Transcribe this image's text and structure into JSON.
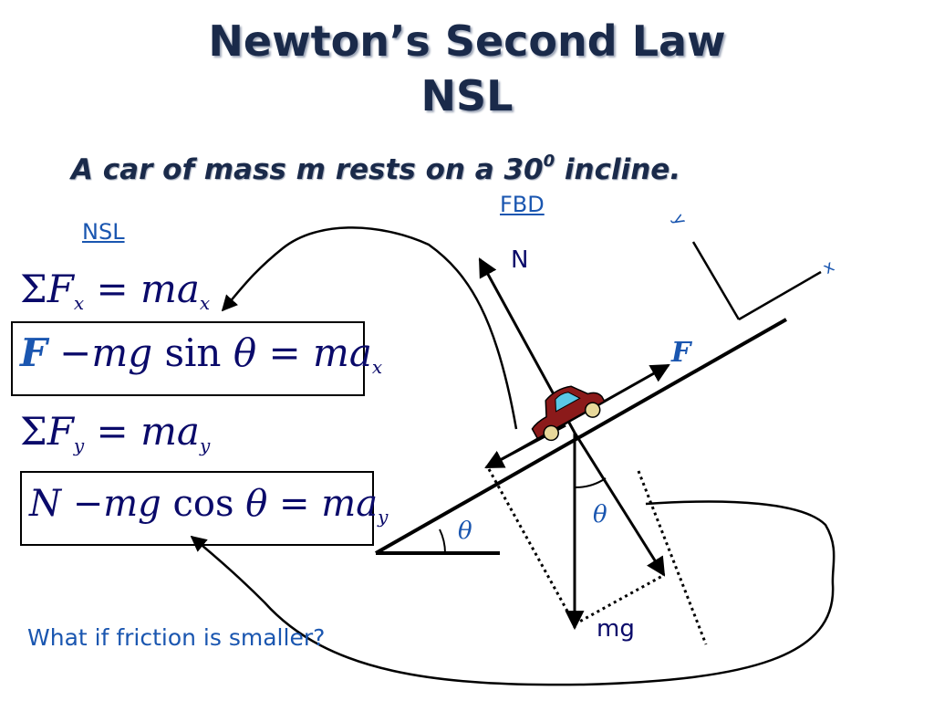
{
  "title_line1": "Newton’s Second Law",
  "title_line2": "NSL",
  "subtitle_text": "A car of mass m rests on a 30",
  "subtitle_sup": "0",
  "subtitle_end": " incline.",
  "fbd_label": "FBD",
  "nsl_label": "NSL",
  "equations": {
    "sum_fx": {
      "sigma": "Σ",
      "F": "F",
      "sub": "x",
      "eq": " = ",
      "ma": "ma",
      "ma_sub": "x"
    },
    "x_eq": {
      "F": "F",
      "minus": " −",
      "mg": "mg",
      "trig": " sin ",
      "theta": "θ",
      "eq": " = ",
      "ma": "ma",
      "ma_sub": "x"
    },
    "sum_fy": {
      "sigma": "Σ",
      "F": "F",
      "sub": "y",
      "eq": " = ",
      "ma": "ma",
      "ma_sub": "y"
    },
    "y_eq": {
      "N": "N",
      "minus": " −",
      "mg": "mg",
      "trig": " cos ",
      "theta": "θ",
      "eq": " = ",
      "ma": "ma",
      "ma_sub": "y"
    }
  },
  "diagram_labels": {
    "normal": "N",
    "friction": "F",
    "weight": "mg",
    "theta_incline": "θ",
    "theta_weight": "θ",
    "axis_y": "y",
    "axis_x": "x"
  },
  "question": "What if friction is smaller?",
  "colors": {
    "title": "#1a2a4a",
    "accent_blue": "#1a56b0",
    "car_body": "#8b1a1a",
    "car_window": "#5bc8e6",
    "wheel": "#e8d89a"
  }
}
